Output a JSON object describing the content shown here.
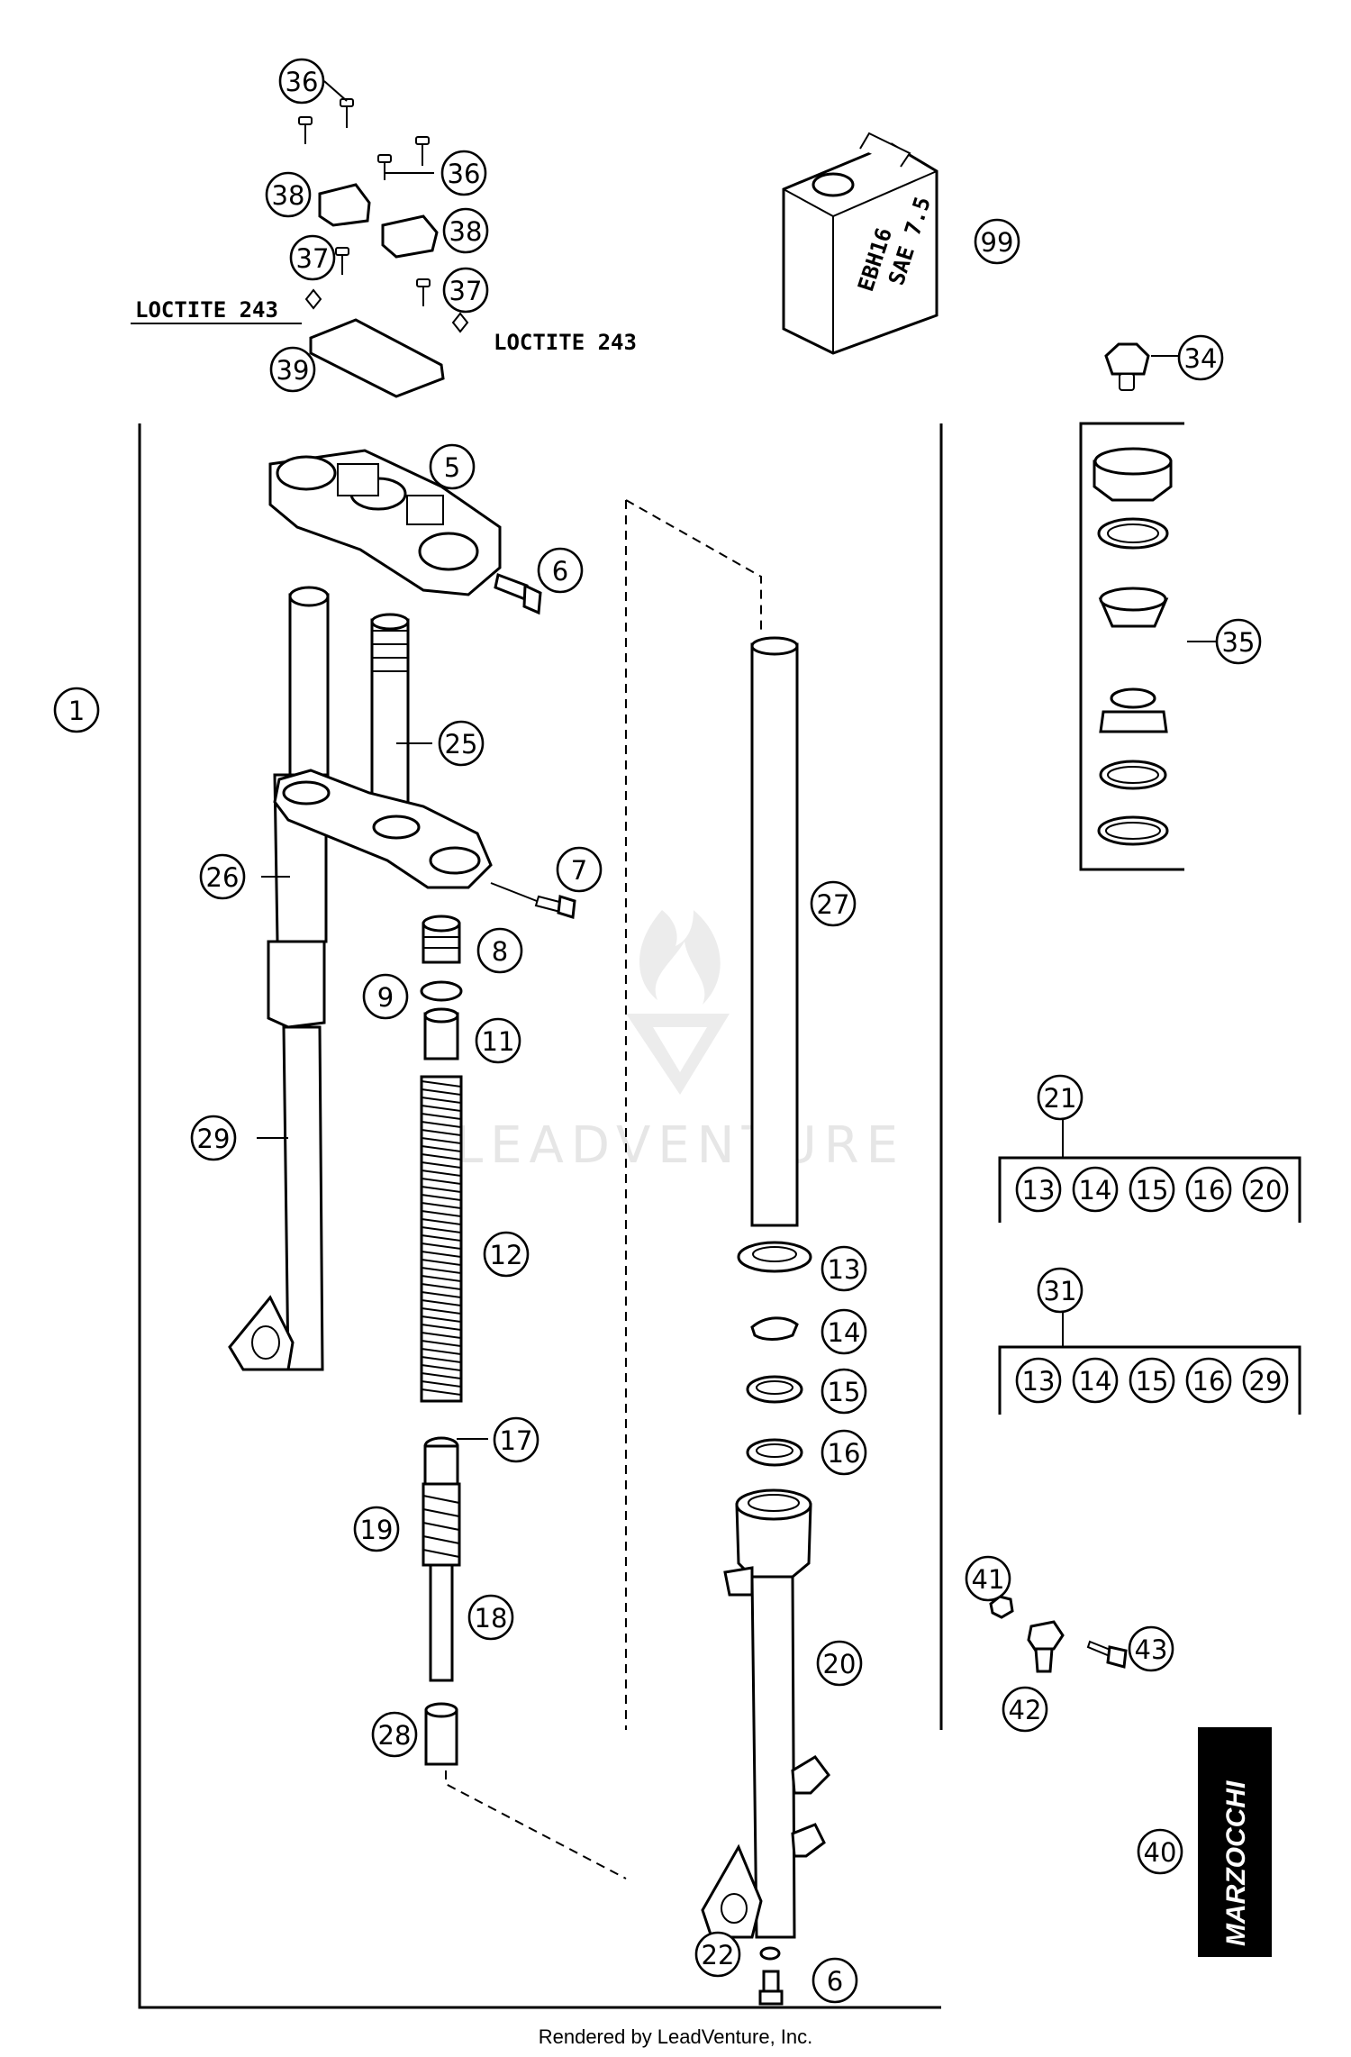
{
  "footer": "Rendered by LeadVenture, Inc.",
  "watermark": "LEADVENTURE",
  "loctite_label": "LOCTITE 243",
  "oil_can": {
    "line1": "EBH16",
    "line2": "SAE 7.5"
  },
  "brand_logo": "MARZOCCHI",
  "callouts": {
    "c1": "1",
    "c5": "5",
    "c6a": "6",
    "c6b": "6",
    "c7": "7",
    "c8": "8",
    "c9": "9",
    "c11": "11",
    "c12": "12",
    "c13": "13",
    "c14": "14",
    "c15": "15",
    "c16": "16",
    "c17": "17",
    "c18": "18",
    "c19": "19",
    "c20": "20",
    "c21": "21",
    "c22": "22",
    "c25": "25",
    "c26": "26",
    "c27": "27",
    "c28": "28",
    "c29": "29",
    "c31": "31",
    "c34": "34",
    "c35": "35",
    "c36a": "36",
    "c36b": "36",
    "c37a": "37",
    "c37b": "37",
    "c38a": "38",
    "c38b": "38",
    "c39": "39",
    "c40": "40",
    "c41": "41",
    "c42": "42",
    "c43": "43",
    "c99": "99"
  },
  "kit21": [
    "13",
    "14",
    "15",
    "16",
    "20"
  ],
  "kit31": [
    "13",
    "14",
    "15",
    "16",
    "29"
  ]
}
